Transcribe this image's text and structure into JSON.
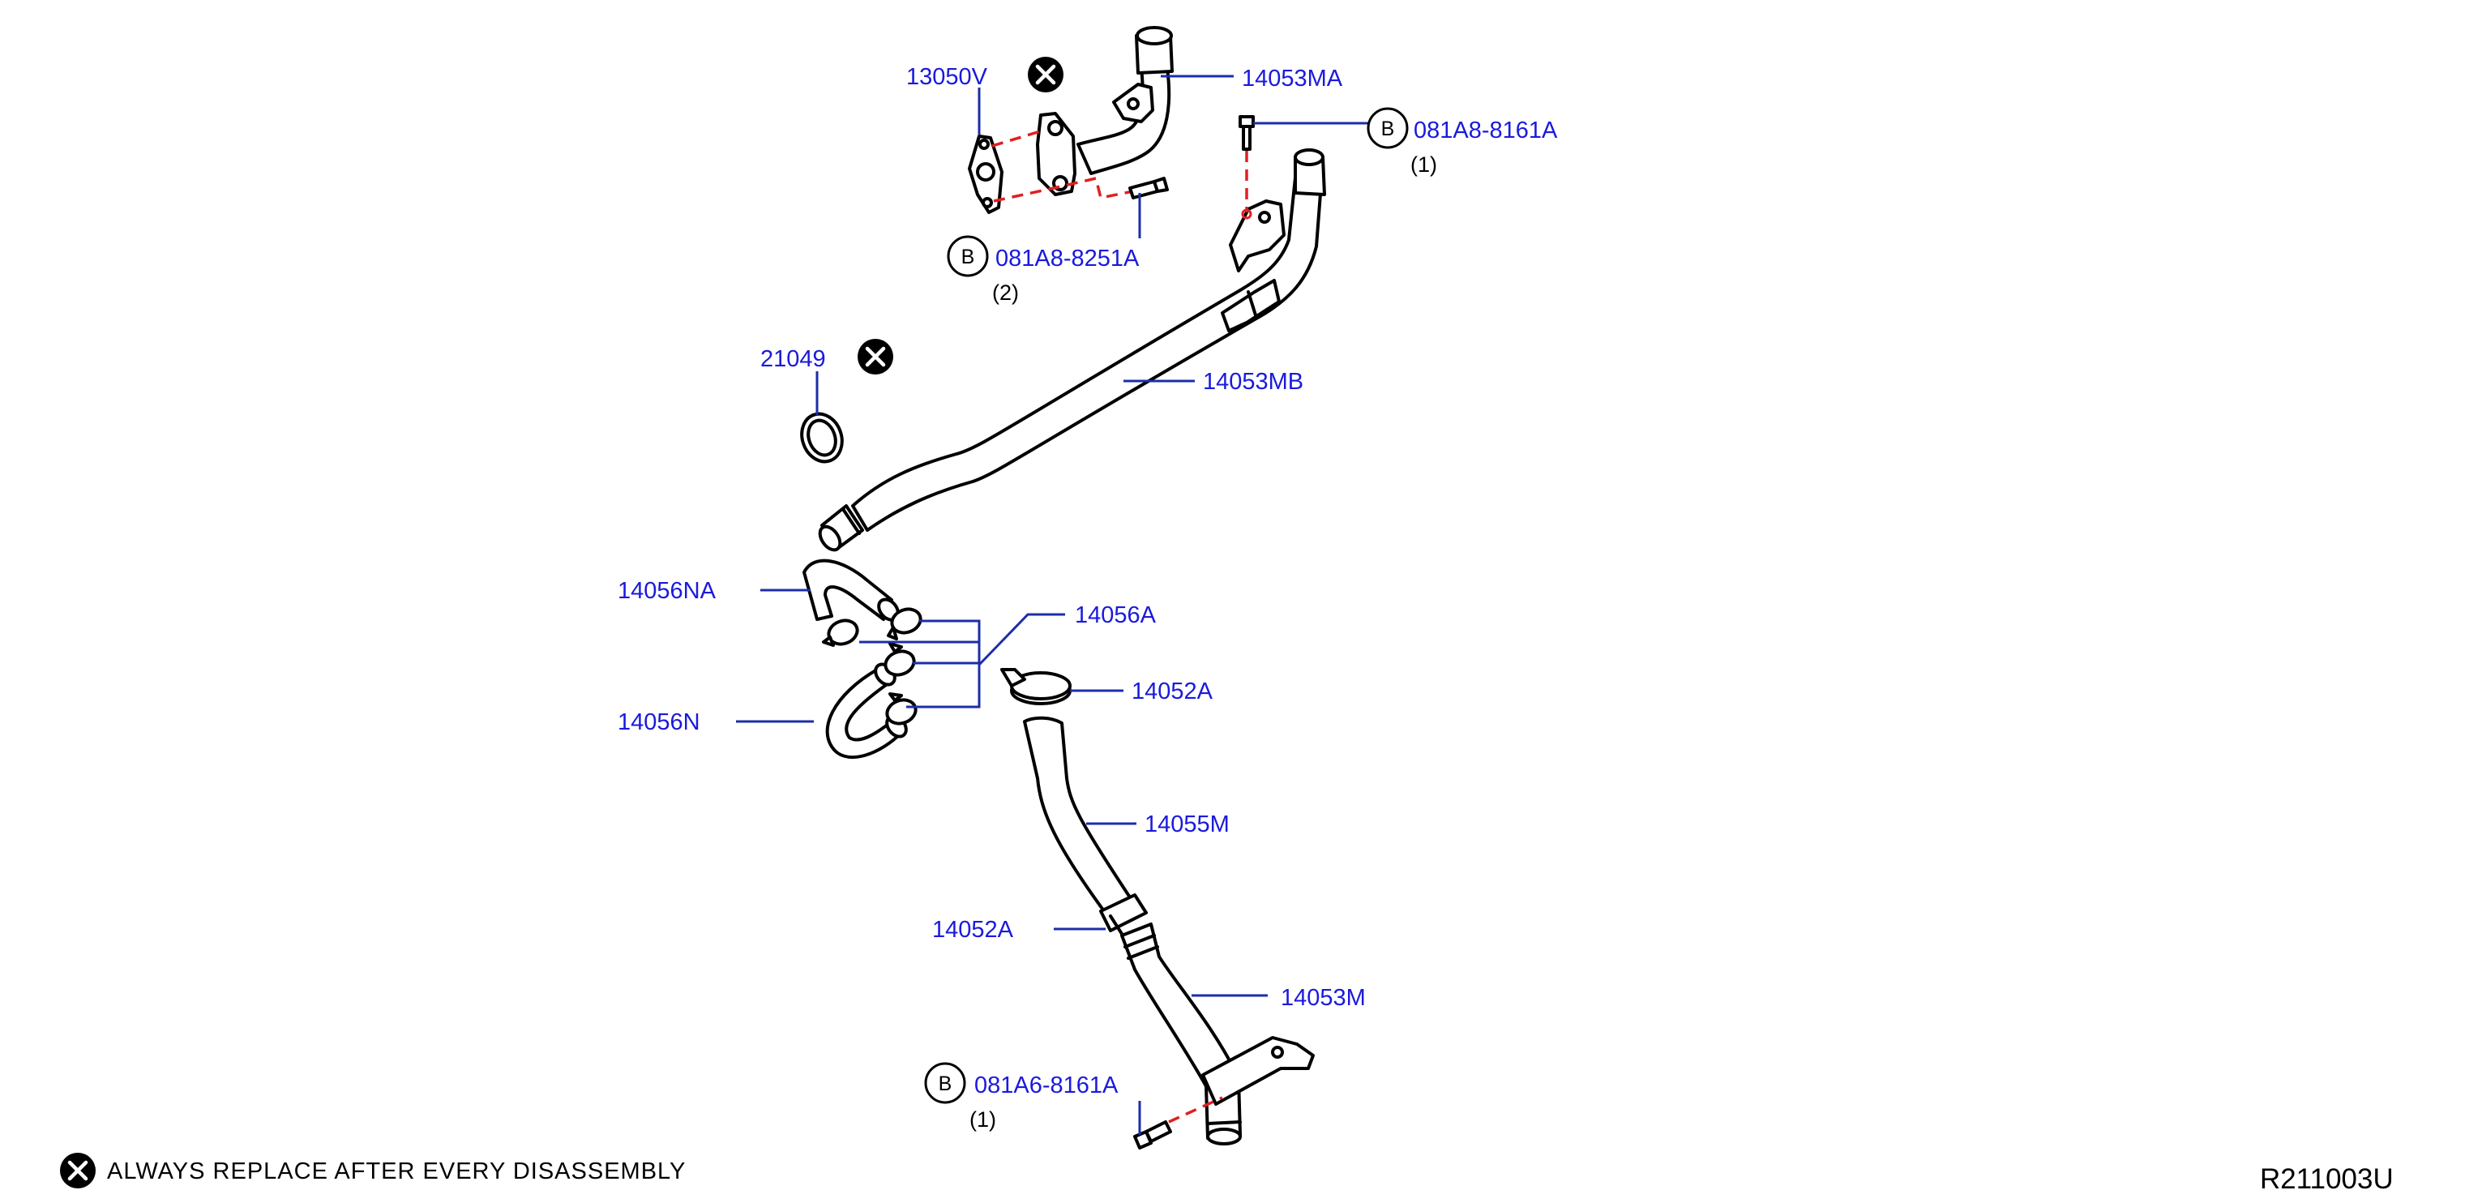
{
  "parts": {
    "p_13050V": "13050V",
    "p_14053MA": "14053MA",
    "p_081A8_8161A": "081A8-8161A",
    "p_081A8_8251A": "081A8-8251A",
    "p_21049": "21049",
    "p_14053MB": "14053MB",
    "p_14056NA": "14056NA",
    "p_14056A": "14056A",
    "p_14052A_top": "14052A",
    "p_14056N": "14056N",
    "p_14055M": "14055M",
    "p_14052A_bottom": "14052A",
    "p_14053M": "14053M",
    "p_081A6_8161A": "081A6-8161A"
  },
  "quantities": {
    "q_081A8_8161A": "(1)",
    "q_081A8_8251A": "(2)",
    "q_081A6_8161A": "(1)"
  },
  "bolt_marker": "B",
  "legend": {
    "replace_note": "ALWAYS REPLACE AFTER EVERY DISASSEMBLY"
  },
  "diagram_id": "R211003U",
  "colors": {
    "label": "#1a1adc",
    "leader": "#1c2ea8",
    "dashed_line": "#e02020",
    "outline": "#000000"
  },
  "icons": {
    "replace_marker": "x-circle-icon",
    "bolt_callout": "circle-b-icon"
  }
}
